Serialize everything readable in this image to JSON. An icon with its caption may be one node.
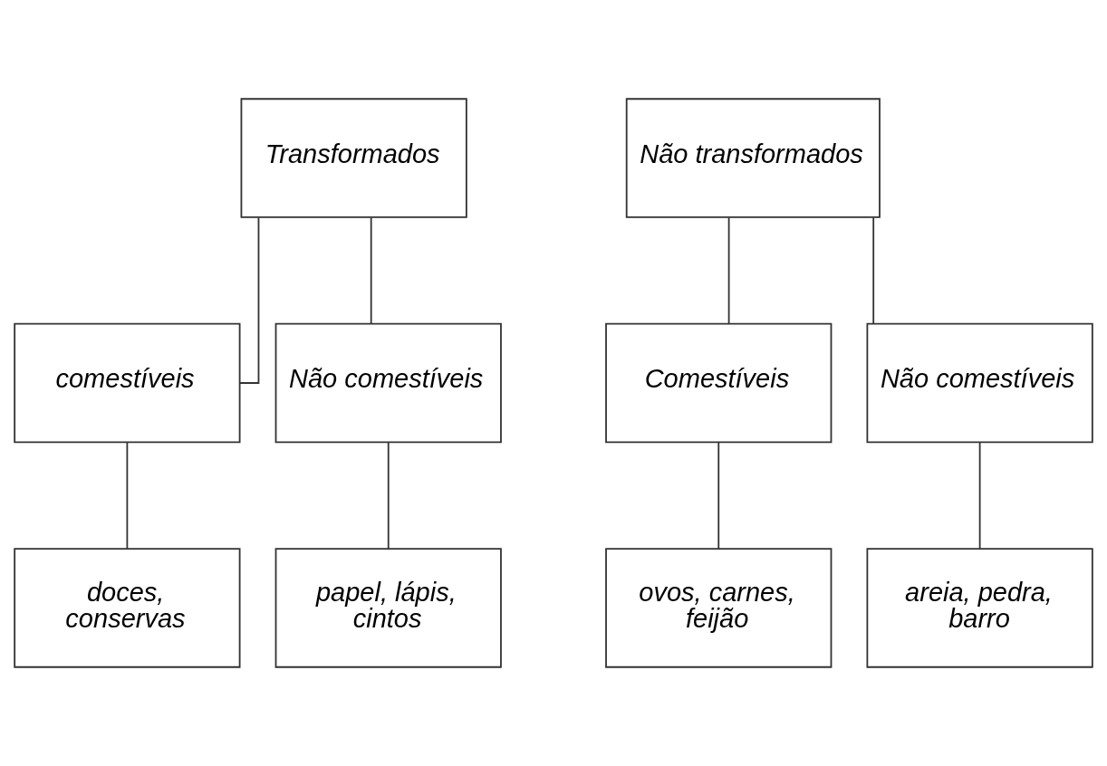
{
  "diagram": {
    "nodes": [
      {
        "text": [
          "Transformados"
        ]
      },
      {
        "text": [
          "Não transformados"
        ]
      },
      {
        "text": [
          "comestíveis"
        ]
      },
      {
        "text": [
          "Não comestíveis"
        ]
      },
      {
        "text": [
          "Comestíveis"
        ]
      },
      {
        "text": [
          "Não comestíveis"
        ]
      },
      {
        "text": [
          "doces, conservas"
        ]
      },
      {
        "text": [
          "papel, lápis, cintos"
        ]
      },
      {
        "text": [
          "ovos, carnes, feijão"
        ]
      },
      {
        "text": [
          "areia, pedra, barro"
        ]
      }
    ],
    "edges": [
      {
        "from": 0,
        "to": 2,
        "arrow": "none"
      },
      {
        "from": 0,
        "to": 3,
        "arrow": "none"
      },
      {
        "from": 1,
        "to": 4,
        "arrow": "none"
      },
      {
        "from": 1,
        "to": 5,
        "arrow": "none"
      },
      {
        "from": 2,
        "to": 6,
        "arrow": "none"
      },
      {
        "from": 3,
        "to": 7,
        "arrow": "none"
      },
      {
        "from": 4,
        "to": 8,
        "arrow": "none"
      },
      {
        "from": 5,
        "to": 9,
        "arrow": "none"
      }
    ]
  }
}
